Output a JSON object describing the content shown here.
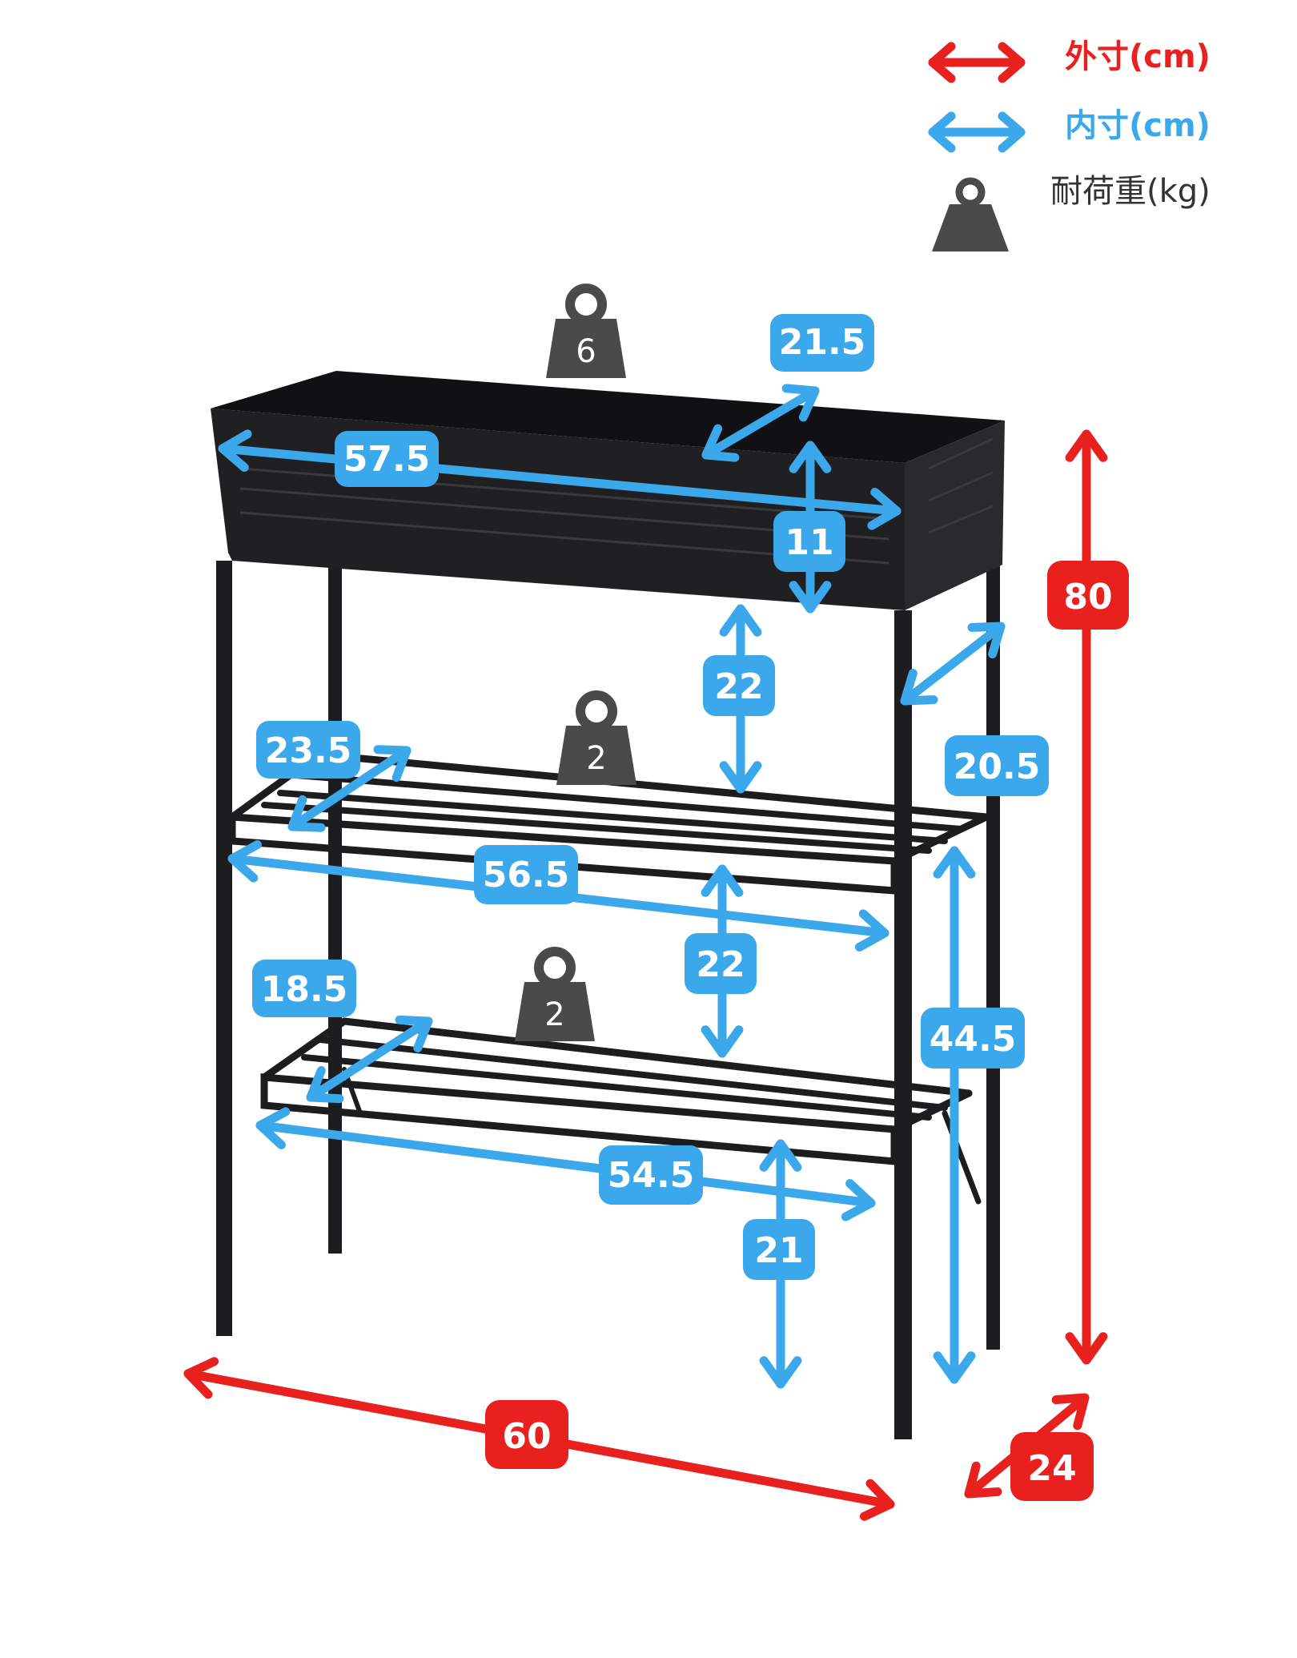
{
  "legend": {
    "outer_label": "外寸(cm)",
    "inner_label": "内寸(cm)",
    "load_label": "耐荷重(kg)",
    "outer_color": "#e8201e",
    "inner_color": "#3aa8ea",
    "weight_color": "#4a4a4a"
  },
  "loads": {
    "planter": "6",
    "middle_shelf": "2",
    "bottom_shelf": "2"
  },
  "inner": {
    "planter_width": "57.5",
    "planter_depth": "21.5",
    "planter_height": "11",
    "middle_shelf_width": "56.5",
    "middle_shelf_depth": "23.5",
    "gap_planter_to_middle": "22",
    "side_depth": "20.5",
    "bottom_shelf_width": "54.5",
    "bottom_shelf_depth": "18.5",
    "gap_middle_to_bottom": "22",
    "bottom_shelf_height": "21",
    "middle_shelf_height": "44.5"
  },
  "outer": {
    "width": "60",
    "depth": "24",
    "height": "80"
  }
}
